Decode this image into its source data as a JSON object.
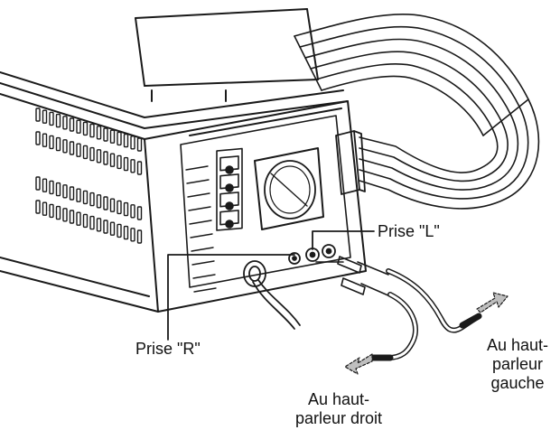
{
  "labels": {
    "jack_left": "Prise \"L\"",
    "jack_right": "Prise \"R\"",
    "speaker_left": [
      "Au haut-",
      "parleur",
      "gauche"
    ],
    "speaker_right": [
      "Au haut-",
      "parleur droit"
    ]
  },
  "colors": {
    "line": "#1a1a1a",
    "background": "#ffffff",
    "cable_shade": "#9a9a9a",
    "arrow_fill": "#bfbfbf"
  }
}
